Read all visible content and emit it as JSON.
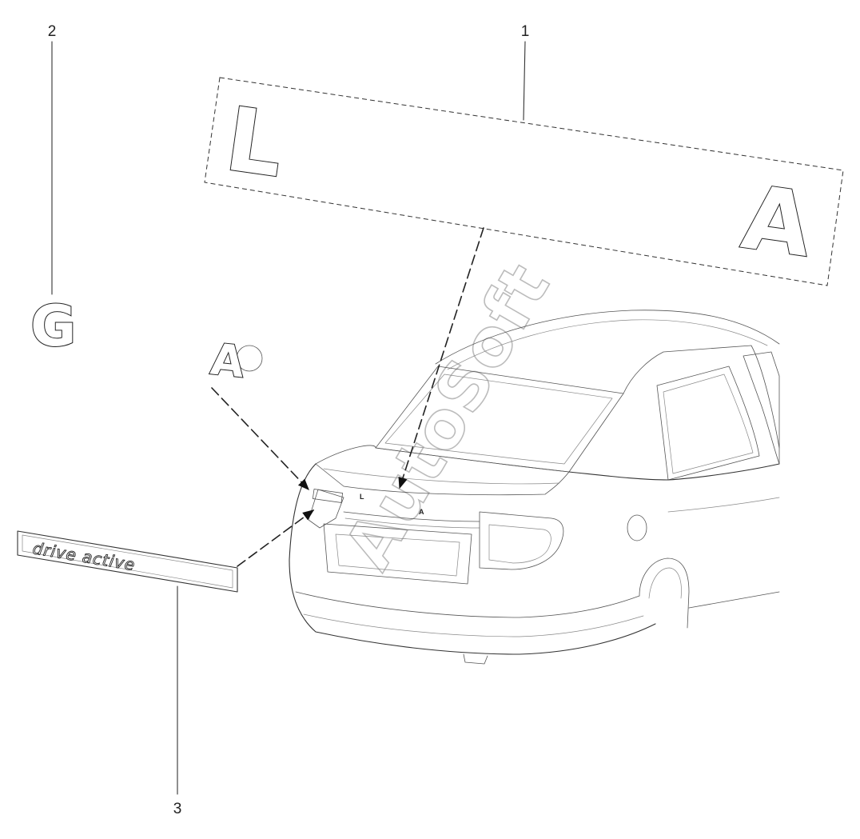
{
  "callouts": {
    "c1": "1",
    "c2": "2",
    "c3": "3"
  },
  "emblem_panel": {
    "letter_left": "L",
    "letter_right": "A"
  },
  "badge_g": "G",
  "badge_a": "A",
  "nameplate": {
    "text": "drive active"
  },
  "car": {
    "letter_l": "L",
    "letter_a": "A"
  },
  "watermark": "AutoSoft",
  "colors": {
    "line": "#333333",
    "watermark": "#bcbcbc",
    "background": "#ffffff"
  }
}
